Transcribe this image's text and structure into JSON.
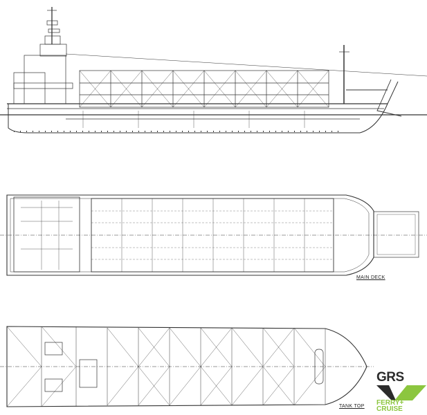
{
  "drawing": {
    "views": {
      "profile": "side-elevation",
      "main_deck_label": "MAIN DECK",
      "tank_top_label": "TANK TOP"
    },
    "colors": {
      "line": "#333333",
      "logo_dark": "#2b2b2b",
      "logo_green": "#8cc63f"
    }
  },
  "logo": {
    "brand": "GRS",
    "line1": "FERRY+",
    "line2": "CRUISE"
  }
}
